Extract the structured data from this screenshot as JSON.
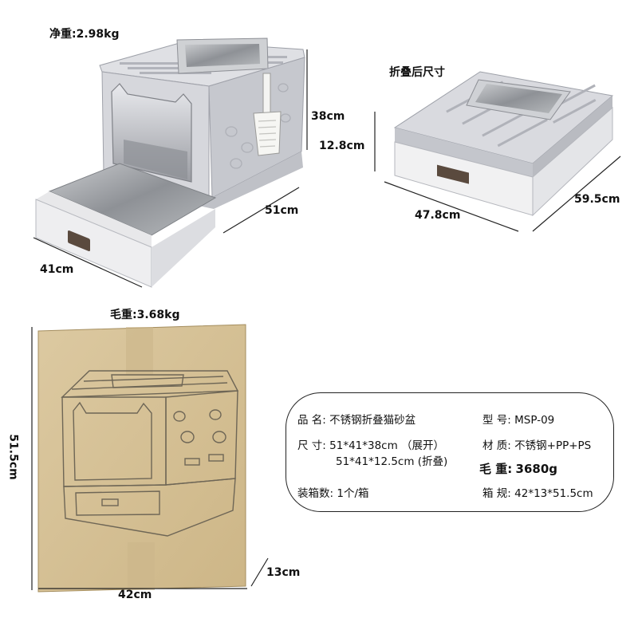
{
  "labels": {
    "net_weight": "净重:2.98kg",
    "gross_weight": "毛重:3.68kg",
    "folded_title": "折叠后尺寸",
    "open_height": "38cm",
    "open_depth": "51cm",
    "open_width": "41cm",
    "fold_height": "12.8cm",
    "fold_width": "47.8cm",
    "fold_depth": "59.5cm",
    "box_height": "51.5cm",
    "box_width": "42cm",
    "box_depth": "13cm"
  },
  "spec": {
    "name_label": "品  名:",
    "name_value": "不锈钢折叠猫砂盆",
    "model_label": "型  号:",
    "model_value": "MSP-09",
    "size_label": "尺  寸:",
    "size_open": "51*41*38cm （展开）",
    "size_fold": "51*41*12.5cm (折叠)",
    "material_label": "材  质:",
    "material_value": "不锈钢+PP+PS",
    "gross_label": "毛  重:",
    "gross_value": "3680g",
    "pack_label": "装箱数:",
    "pack_value": "1个/箱",
    "carton_label": "箱  规:",
    "carton_value": "42*13*51.5cm"
  },
  "colors": {
    "plastic": "#d9dadf",
    "plastic_dark": "#b8bac2",
    "steel": "#9fa2a6",
    "cardboard": "#d8c49a",
    "cardboard_edge": "#bda675"
  }
}
